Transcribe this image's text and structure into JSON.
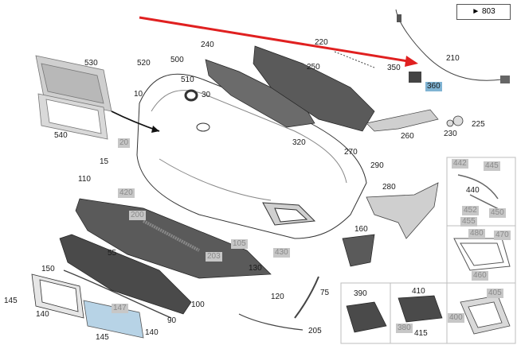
{
  "reference": {
    "arrow": "►",
    "number": "803"
  },
  "labels": {
    "l10": "10",
    "l15": "15",
    "l20": "20",
    "l30": "30",
    "l55": "55",
    "l75": "75",
    "l90": "90",
    "l100": "100",
    "l105": "105",
    "l110": "110",
    "l120": "120",
    "l130": "130",
    "l140a": "140",
    "l140b": "140",
    "l145a": "145",
    "l145b": "145",
    "l147": "147",
    "l150": "150",
    "l160": "160",
    "l200": "200",
    "l203": "203",
    "l205": "205",
    "l210": "210",
    "l220": "220",
    "l225": "225",
    "l230": "230",
    "l240": "240",
    "l250": "250",
    "l260": "260",
    "l270": "270",
    "l280": "280",
    "l290": "290",
    "l320": "320",
    "l350": "350",
    "l360": "360",
    "l380": "380",
    "l390": "390",
    "l400": "400",
    "l405": "405",
    "l410": "410",
    "l415": "415",
    "l420": "420",
    "l430": "430",
    "l440": "440",
    "l442": "442",
    "l445": "445",
    "l450": "450",
    "l452": "452",
    "l455": "455",
    "l460": "460",
    "l470": "470",
    "l480": "480",
    "l500": "500",
    "l510": "510",
    "l520": "520",
    "l530": "530",
    "l540": "540"
  },
  "colors": {
    "highlight_grey": "#c7c7c7",
    "highlight_blue": "#7fb3d3",
    "annotation_arrow": "#e02020"
  }
}
